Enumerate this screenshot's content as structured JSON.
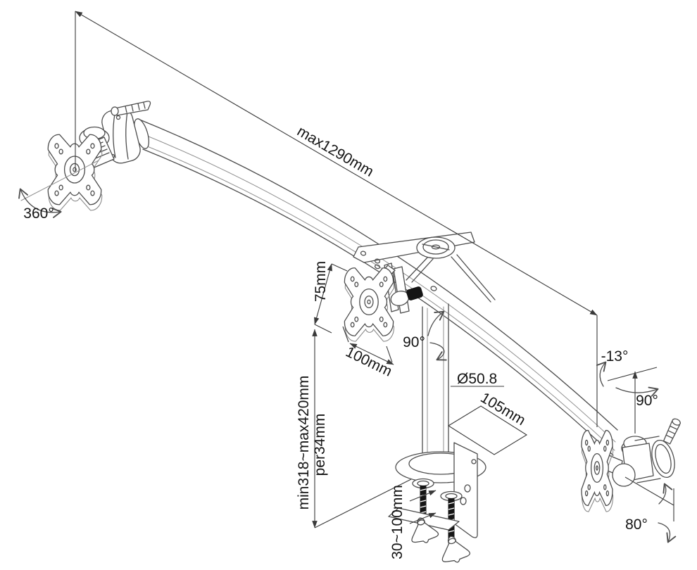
{
  "diagram": {
    "title": "Triple monitor desk mount arm - dimensional line drawing",
    "style": {
      "background": "#ffffff",
      "part_line_color": "#4d4d4d",
      "dimension_line_color": "#3a3a3a",
      "text_color": "#141414",
      "knob_fill_color": "#151515"
    },
    "labels": {
      "arm_max_width": "max1290mm",
      "left_rotation": "360°",
      "vesa_height": "75mm",
      "vesa_width": "100mm",
      "pole_swivel": "90°",
      "pole_diameter": "Ø50.8",
      "clamp_depth": "105mm",
      "tilt_up": "-13°",
      "head_swivel": "90°",
      "height_range": "min318~max420mm",
      "height_step": "per34mm",
      "clamp_range": "30~100mm",
      "tilt_down": "80°"
    }
  }
}
